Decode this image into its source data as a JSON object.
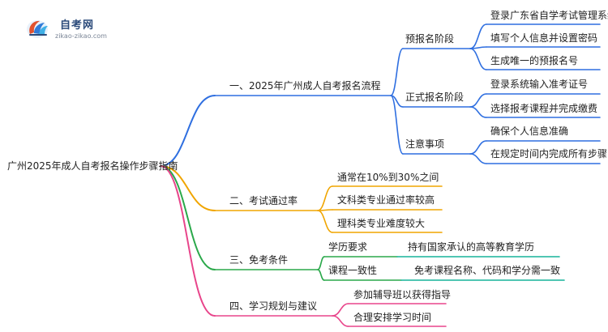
{
  "logo": {
    "title": "自考网",
    "url": "zikao-zikao.com"
  },
  "mindmap": {
    "root": "广州2025年成人自考报名操作步骤指南",
    "colors": {
      "blue": "#2f6fe0",
      "orange": "#f0a500",
      "green": "#2aa84a",
      "teal": "#17b39a",
      "pink": "#e8458b"
    },
    "branches": [
      {
        "label": "一、2025年广州成人自考报名流程",
        "color": "blue",
        "children": [
          {
            "label": "预报名阶段",
            "children": [
              "登录广东省自学考试管理系统",
              "填写个人信息并设置密码",
              "生成唯一的预报名号"
            ]
          },
          {
            "label": "正式报名阶段",
            "children": [
              "登录系统输入准考证号",
              "选择报考课程并完成缴费"
            ]
          },
          {
            "label": "注意事项",
            "children": [
              "确保个人信息准确",
              "在规定时间内完成所有步骤"
            ]
          }
        ]
      },
      {
        "label": "二、考试通过率",
        "color": "orange",
        "children": [
          {
            "label": "通常在10%到30%之间",
            "children": []
          },
          {
            "label": "文科类专业通过率较高",
            "children": []
          },
          {
            "label": "理科类专业难度较大",
            "children": []
          }
        ]
      },
      {
        "label": "三、免考条件",
        "color": "green",
        "children": [
          {
            "label": "学历要求",
            "children": [
              "持有国家承认的高等教育学历"
            ]
          },
          {
            "label": "课程一致性",
            "children": [
              "免考课程名称、代码和学分需一致"
            ]
          }
        ]
      },
      {
        "label": "四、学习规划与建议",
        "color": "pink",
        "children": [
          {
            "label": "参加辅导班以获得指导",
            "children": []
          },
          {
            "label": "合理安排学习时间",
            "children": []
          }
        ]
      }
    ]
  }
}
